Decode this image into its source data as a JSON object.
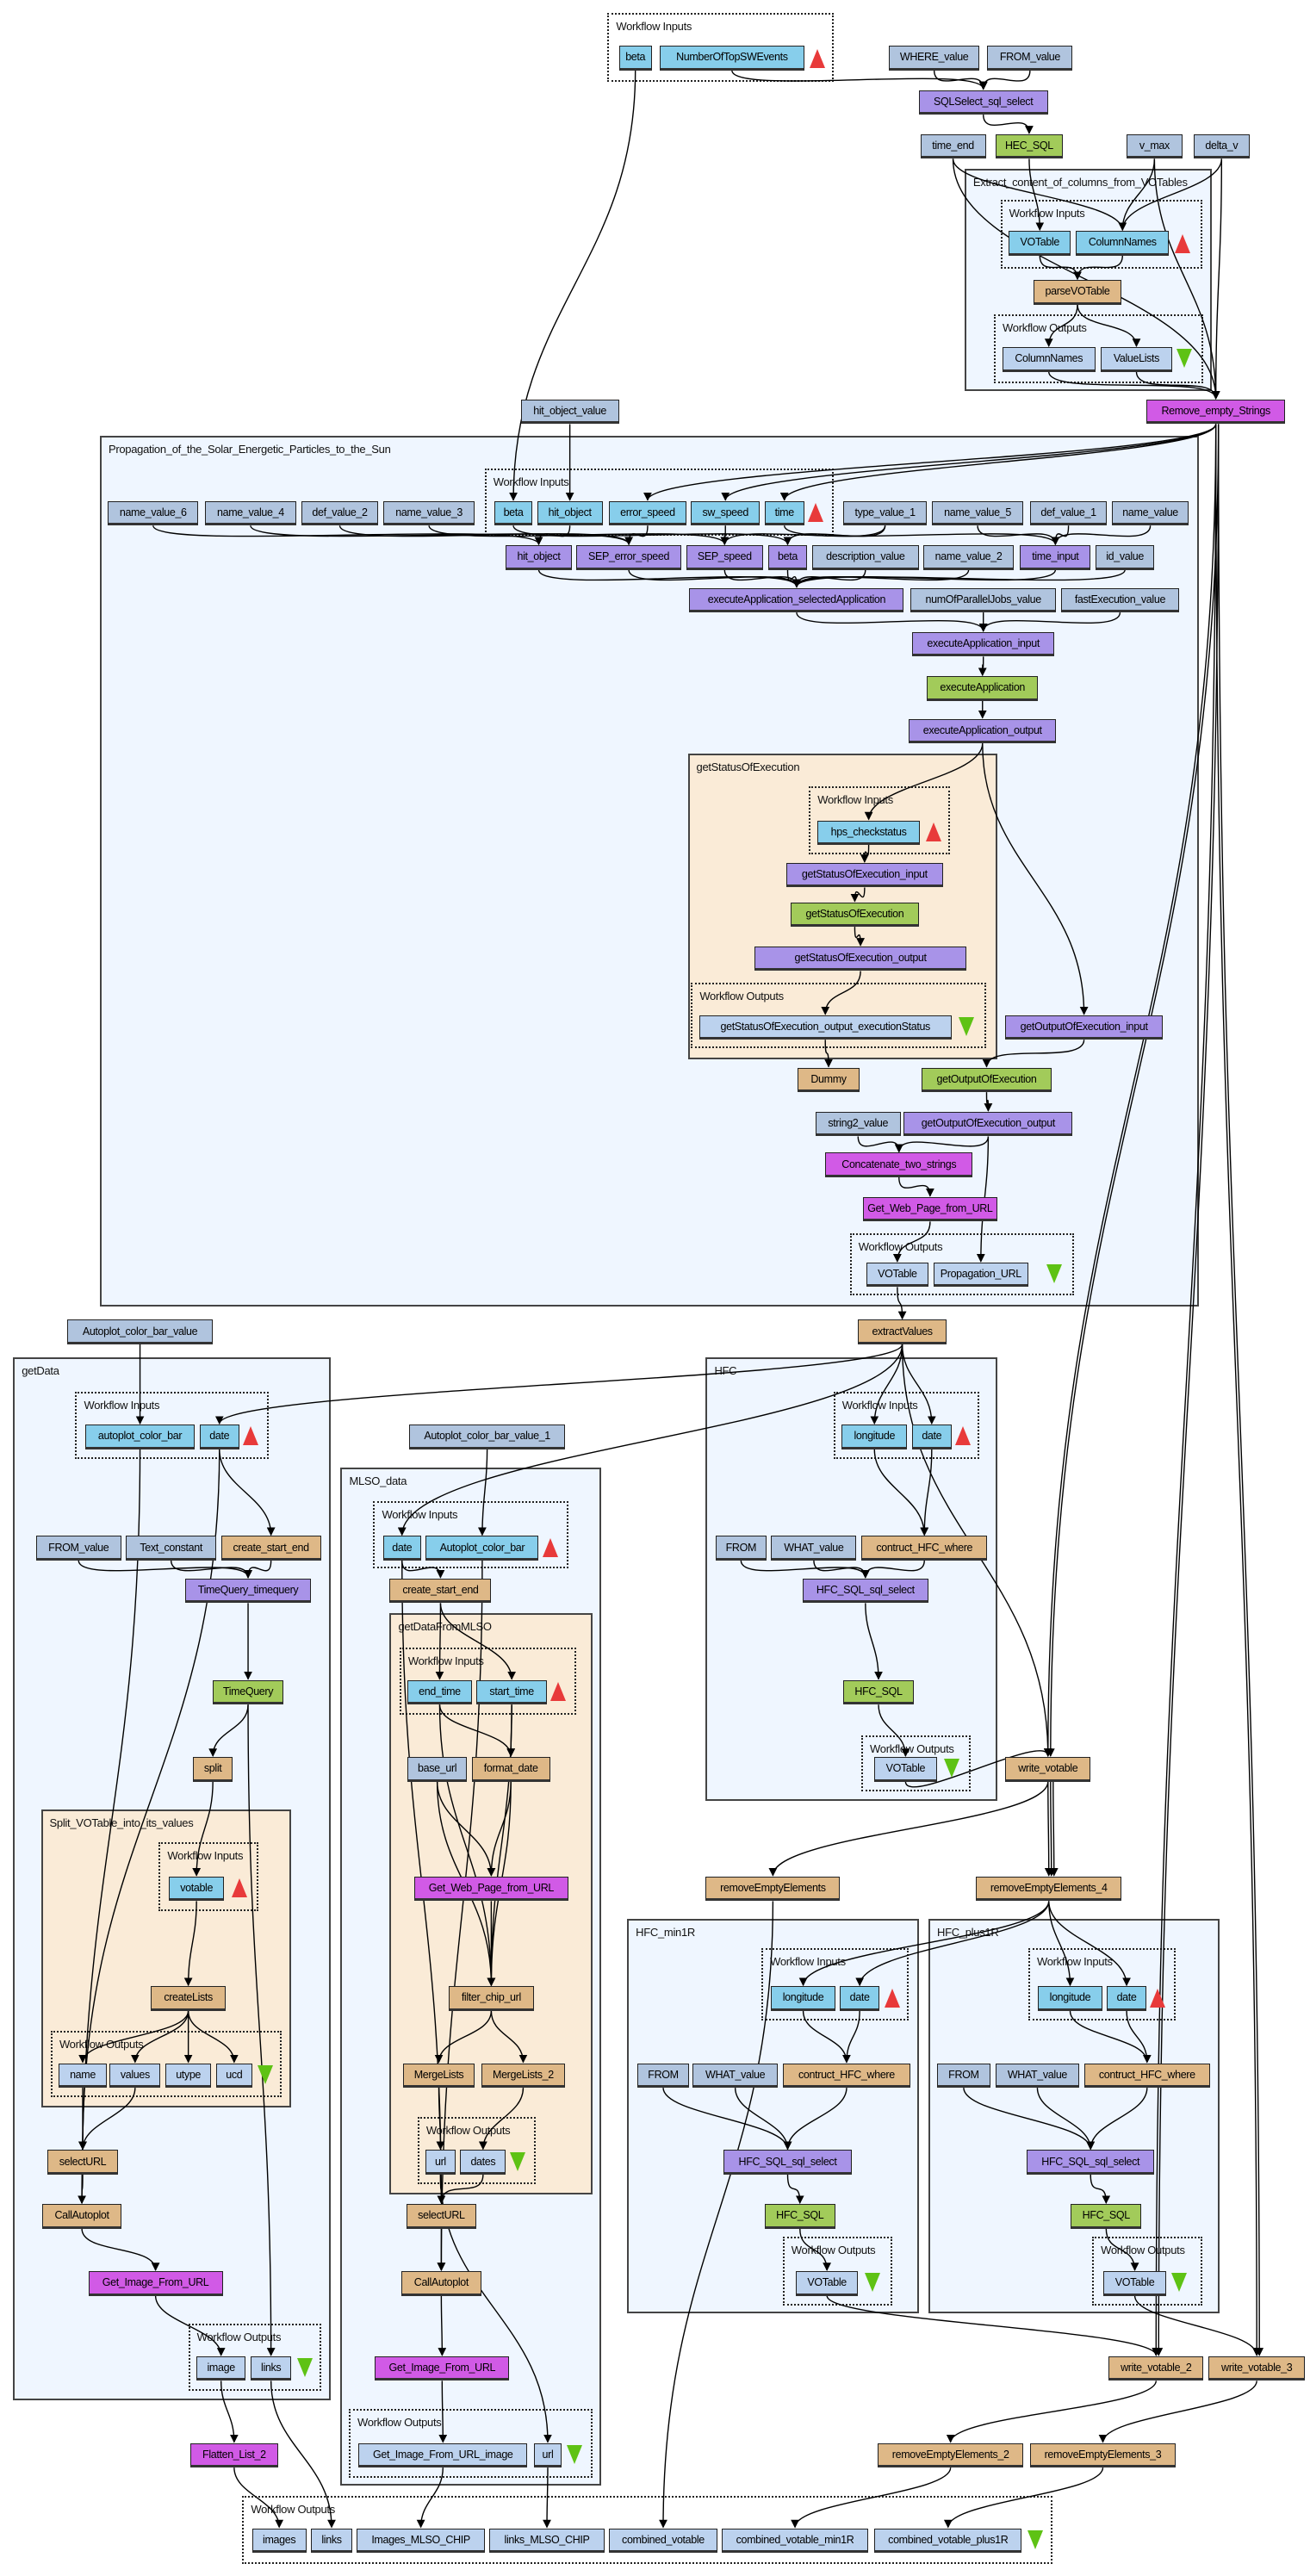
{
  "colors": {
    "input": "#87ceeb",
    "constant": "#b0c4de",
    "beanshell": "#deb887",
    "service": "#a893e8",
    "green": "#a2cb5a",
    "rest": "#d15ae6",
    "output": "#bcd2ee",
    "cluster_blue": "#eff6ff",
    "cluster_beige": "#faebd7",
    "input_port_marker": "#e83a3a",
    "output_port_marker": "#5ec214"
  },
  "clusters": {
    "top_wi": {
      "label": "Workflow Inputs"
    },
    "ex": {
      "label": "Extract_content_of_columns_from_VOTables"
    },
    "ex_wi": {
      "label": "Workflow Inputs"
    },
    "ex_wo": {
      "label": "Workflow Outputs"
    },
    "prop": {
      "label": "Propagation_of_the_Solar_Energetic_Particles_to_the_Sun"
    },
    "prop_wi": {
      "label": "Workflow Inputs"
    },
    "gs": {
      "label": "getStatusOfExecution"
    },
    "gs_wi": {
      "label": "Workflow Inputs"
    },
    "gs_wo": {
      "label": "Workflow Outputs"
    },
    "prop_wo": {
      "label": "Workflow Outputs"
    },
    "gd": {
      "label": "getData"
    },
    "gd_wi": {
      "label": "Workflow Inputs"
    },
    "split_c": {
      "label": "Split_VOTable_into_its_values"
    },
    "split_wi": {
      "label": "Workflow Inputs"
    },
    "split_wo": {
      "label": "Workflow Outputs"
    },
    "gd_wo": {
      "label": "Workflow Outputs"
    },
    "mlso": {
      "label": "MLSO_data"
    },
    "m_wi": {
      "label": "Workflow Inputs"
    },
    "mi": {
      "label": "getDataFromMLSO"
    },
    "mi_wi": {
      "label": "Workflow Inputs"
    },
    "mi_wo": {
      "label": "Workflow Outputs"
    },
    "m_wo": {
      "label": "Workflow Outputs"
    },
    "hfc": {
      "label": "HFC"
    },
    "h_wi": {
      "label": "Workflow Inputs"
    },
    "h_wo": {
      "label": "Workflow Outputs"
    },
    "min": {
      "label": "HFC_min1R"
    },
    "min_wi": {
      "label": "Workflow Inputs"
    },
    "min_wo": {
      "label": "Workflow Outputs"
    },
    "plus": {
      "label": "HFC_plus1R"
    },
    "plus_wi": {
      "label": "Workflow Inputs"
    },
    "plus_wo": {
      "label": "Workflow Outputs"
    },
    "final_wo": {
      "label": "Workflow Outputs"
    }
  },
  "nodes": {
    "wi_beta": {
      "label": "beta",
      "kind": "input"
    },
    "wi_ntop": {
      "label": "NumberOfTopSWEvents",
      "kind": "input"
    },
    "where": {
      "label": "WHERE_value",
      "kind": "const"
    },
    "fromv": {
      "label": "FROM_value",
      "kind": "const"
    },
    "sqlsel": {
      "label": "SQLSelect_sql_select",
      "kind": "service"
    },
    "time_end": {
      "label": "time_end",
      "kind": "const"
    },
    "hec_sql": {
      "label": "HEC_SQL",
      "kind": "green"
    },
    "v_max": {
      "label": "v_max",
      "kind": "const"
    },
    "delta_v": {
      "label": "delta_v",
      "kind": "const"
    },
    "ex_votable": {
      "label": "VOTable",
      "kind": "input"
    },
    "ex_colnames": {
      "label": "ColumnNames",
      "kind": "input"
    },
    "parse": {
      "label": "parseVOTable",
      "kind": "bean"
    },
    "ex_out_col": {
      "label": "ColumnNames",
      "kind": "output"
    },
    "ex_out_val": {
      "label": "ValueLists",
      "kind": "output"
    },
    "hov": {
      "label": "hit_object_value",
      "kind": "const"
    },
    "res": {
      "label": "Remove_empty_Strings",
      "kind": "rest"
    },
    "nv6": {
      "label": "name_value_6",
      "kind": "const"
    },
    "nv4": {
      "label": "name_value_4",
      "kind": "const"
    },
    "dv2": {
      "label": "def_value_2",
      "kind": "const"
    },
    "nv3": {
      "label": "name_value_3",
      "kind": "const"
    },
    "p_beta": {
      "label": "beta",
      "kind": "input"
    },
    "p_hit": {
      "label": "hit_object",
      "kind": "input"
    },
    "p_err": {
      "label": "error_speed",
      "kind": "input"
    },
    "p_sw": {
      "label": "sw_speed",
      "kind": "input"
    },
    "p_time": {
      "label": "time",
      "kind": "input"
    },
    "tv1": {
      "label": "type_value_1",
      "kind": "const"
    },
    "nv5": {
      "label": "name_value_5",
      "kind": "const"
    },
    "dv1": {
      "label": "def_value_1",
      "kind": "const"
    },
    "nv": {
      "label": "name_value",
      "kind": "const"
    },
    "s_hit": {
      "label": "hit_object",
      "kind": "service"
    },
    "s_err": {
      "label": "SEP_error_speed",
      "kind": "service"
    },
    "s_speed": {
      "label": "SEP_speed",
      "kind": "service"
    },
    "s_beta": {
      "label": "beta",
      "kind": "service"
    },
    "desc": {
      "label": "description_value",
      "kind": "const"
    },
    "nv2": {
      "label": "name_value_2",
      "kind": "const"
    },
    "time_input": {
      "label": "time_input",
      "kind": "service"
    },
    "id_value": {
      "label": "id_value",
      "kind": "const"
    },
    "exec_sel": {
      "label": "executeApplication_selectedApplication",
      "kind": "service"
    },
    "numpar": {
      "label": "numOfParallelJobs_value",
      "kind": "const"
    },
    "fastexec": {
      "label": "fastExecution_value",
      "kind": "const"
    },
    "exec_in": {
      "label": "executeApplication_input",
      "kind": "service"
    },
    "exec": {
      "label": "executeApplication",
      "kind": "green"
    },
    "exec_out": {
      "label": "executeApplication_output",
      "kind": "service"
    },
    "hps": {
      "label": "hps_checkstatus",
      "kind": "input"
    },
    "gs_in": {
      "label": "getStatusOfExecution_input",
      "kind": "service"
    },
    "gs": {
      "label": "getStatusOfExecution",
      "kind": "green"
    },
    "gs_out": {
      "label": "getStatusOfExecution_output",
      "kind": "service"
    },
    "gs_status": {
      "label": "getStatusOfExecution_output_executionStatus",
      "kind": "output"
    },
    "dummy": {
      "label": "Dummy",
      "kind": "bean"
    },
    "go_in": {
      "label": "getOutputOfExecution_input",
      "kind": "service"
    },
    "go": {
      "label": "getOutputOfExecution",
      "kind": "green"
    },
    "string2": {
      "label": "string2_value",
      "kind": "const"
    },
    "go_out": {
      "label": "getOutputOfExecution_output",
      "kind": "service"
    },
    "concat": {
      "label": "Concatenate_two_strings",
      "kind": "rest"
    },
    "getweb": {
      "label": "Get_Web_Page_from_URL",
      "kind": "rest"
    },
    "wo_vot": {
      "label": "VOTable",
      "kind": "output"
    },
    "prop_url": {
      "label": "Propagation_URL",
      "kind": "output"
    },
    "acbv": {
      "label": "Autoplot_color_bar_value",
      "kind": "const"
    },
    "extract": {
      "label": "extractValues",
      "kind": "bean"
    },
    "gd_acb": {
      "label": "autoplot_color_bar",
      "kind": "input"
    },
    "gd_date": {
      "label": "date",
      "kind": "input"
    },
    "fromv2": {
      "label": "FROM_value",
      "kind": "const"
    },
    "textc": {
      "label": "Text_constant",
      "kind": "const"
    },
    "cse": {
      "label": "create_start_end",
      "kind": "bean"
    },
    "tqtq": {
      "label": "TimeQuery_timequery",
      "kind": "service"
    },
    "tq": {
      "label": "TimeQuery",
      "kind": "green"
    },
    "split": {
      "label": "split",
      "kind": "bean"
    },
    "votable": {
      "label": "votable",
      "kind": "input"
    },
    "createLists": {
      "label": "createLists",
      "kind": "bean"
    },
    "name": {
      "label": "name",
      "kind": "output"
    },
    "values": {
      "label": "values",
      "kind": "output"
    },
    "utype": {
      "label": "utype",
      "kind": "output"
    },
    "ucd": {
      "label": "ucd",
      "kind": "output"
    },
    "selURL": {
      "label": "selectURL",
      "kind": "bean"
    },
    "callAp": {
      "label": "CallAutoplot",
      "kind": "bean"
    },
    "getImg": {
      "label": "Get_Image_From_URL",
      "kind": "rest"
    },
    "image": {
      "label": "image",
      "kind": "output"
    },
    "links": {
      "label": "links",
      "kind": "output"
    },
    "flatten": {
      "label": "Flatten_List_2",
      "kind": "rest"
    },
    "acbv1": {
      "label": "Autoplot_color_bar_value_1",
      "kind": "const"
    },
    "m_date": {
      "label": "date",
      "kind": "input"
    },
    "m_acb": {
      "label": "Autoplot_color_bar",
      "kind": "input"
    },
    "mcse": {
      "label": "create_start_end",
      "kind": "bean"
    },
    "end_time": {
      "label": "end_time",
      "kind": "input"
    },
    "start_time": {
      "label": "start_time",
      "kind": "input"
    },
    "base_url": {
      "label": "base_url",
      "kind": "const"
    },
    "format_date": {
      "label": "format_date",
      "kind": "bean"
    },
    "getweb2": {
      "label": "Get_Web_Page_from_URL",
      "kind": "rest"
    },
    "filter": {
      "label": "filter_chip_url",
      "kind": "bean"
    },
    "merge": {
      "label": "MergeLists",
      "kind": "bean"
    },
    "merge2": {
      "label": "MergeLists_2",
      "kind": "bean"
    },
    "url": {
      "label": "url",
      "kind": "output"
    },
    "dates": {
      "label": "dates",
      "kind": "output"
    },
    "msel": {
      "label": "selectURL",
      "kind": "bean"
    },
    "mcall": {
      "label": "CallAutoplot",
      "kind": "bean"
    },
    "mgetimg": {
      "label": "Get_Image_From_URL",
      "kind": "rest"
    },
    "gifu": {
      "label": "Get_Image_From_URL_image",
      "kind": "output"
    },
    "murl": {
      "label": "url",
      "kind": "output"
    },
    "h_long": {
      "label": "longitude",
      "kind": "input"
    },
    "h_date": {
      "label": "date",
      "kind": "input"
    },
    "h_from": {
      "label": "FROM",
      "kind": "const"
    },
    "h_what": {
      "label": "WHAT_value",
      "kind": "const"
    },
    "h_contr": {
      "label": "contruct_HFC_where",
      "kind": "bean"
    },
    "h_sel": {
      "label": "HFC_SQL_sql_select",
      "kind": "service"
    },
    "h_sql": {
      "label": "HFC_SQL",
      "kind": "green"
    },
    "h_vot": {
      "label": "VOTable",
      "kind": "output"
    },
    "wv": {
      "label": "write_votable",
      "kind": "bean"
    },
    "re": {
      "label": "removeEmptyElements",
      "kind": "bean"
    },
    "re4": {
      "label": "removeEmptyElements_4",
      "kind": "bean"
    },
    "min_long": {
      "label": "longitude",
      "kind": "input"
    },
    "min_date": {
      "label": "date",
      "kind": "input"
    },
    "min_from": {
      "label": "FROM",
      "kind": "const"
    },
    "min_what": {
      "label": "WHAT_value",
      "kind": "const"
    },
    "min_contr": {
      "label": "contruct_HFC_where",
      "kind": "bean"
    },
    "min_sel": {
      "label": "HFC_SQL_sql_select",
      "kind": "service"
    },
    "min_sql": {
      "label": "HFC_SQL",
      "kind": "green"
    },
    "min_vot": {
      "label": "VOTable",
      "kind": "output"
    },
    "plus_long": {
      "label": "longitude",
      "kind": "input"
    },
    "plus_date": {
      "label": "date",
      "kind": "input"
    },
    "plus_from": {
      "label": "FROM",
      "kind": "const"
    },
    "plus_what": {
      "label": "WHAT_value",
      "kind": "const"
    },
    "plus_contr": {
      "label": "contruct_HFC_where",
      "kind": "bean"
    },
    "plus_sel": {
      "label": "HFC_SQL_sql_select",
      "kind": "service"
    },
    "plus_sql": {
      "label": "HFC_SQL",
      "kind": "green"
    },
    "plus_vot": {
      "label": "VOTable",
      "kind": "output"
    },
    "wv2": {
      "label": "write_votable_2",
      "kind": "bean"
    },
    "wv3": {
      "label": "write_votable_3",
      "kind": "bean"
    },
    "re2": {
      "label": "removeEmptyElements_2",
      "kind": "bean"
    },
    "re3": {
      "label": "removeEmptyElements_3",
      "kind": "bean"
    },
    "o_images": {
      "label": "images",
      "kind": "output"
    },
    "o_links": {
      "label": "links",
      "kind": "output"
    },
    "o_imlso": {
      "label": "Images_MLSO_CHIP",
      "kind": "output"
    },
    "o_lmlso": {
      "label": "links_MLSO_CHIP",
      "kind": "output"
    },
    "o_comb": {
      "label": "combined_votable",
      "kind": "output"
    },
    "o_cmin": {
      "label": "combined_votable_min1R",
      "kind": "output"
    },
    "o_cplus": {
      "label": "combined_votable_plus1R",
      "kind": "output"
    }
  }
}
